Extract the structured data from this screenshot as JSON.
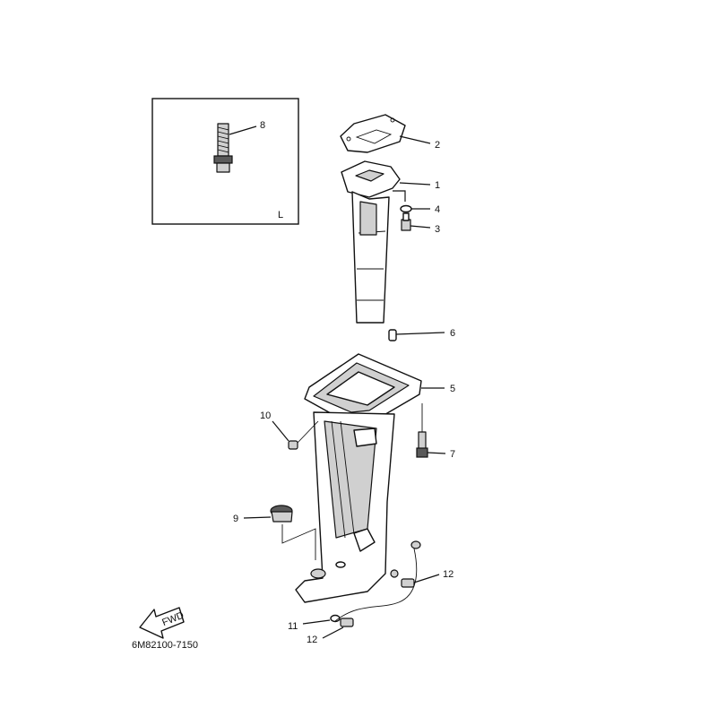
{
  "diagram": {
    "code": "6M82100-7150",
    "inset_letter": "L",
    "fwd_label": "FWD",
    "callouts": [
      {
        "id": "c8",
        "text": "8"
      },
      {
        "id": "c2",
        "text": "2"
      },
      {
        "id": "c1",
        "text": "1"
      },
      {
        "id": "c4",
        "text": "4"
      },
      {
        "id": "c3",
        "text": "3"
      },
      {
        "id": "c6",
        "text": "6"
      },
      {
        "id": "c5",
        "text": "5"
      },
      {
        "id": "c10",
        "text": "10"
      },
      {
        "id": "c7",
        "text": "7"
      },
      {
        "id": "c9",
        "text": "9"
      },
      {
        "id": "c12a",
        "text": "12"
      },
      {
        "id": "c11",
        "text": "11"
      },
      {
        "id": "c12b",
        "text": "12"
      }
    ]
  }
}
